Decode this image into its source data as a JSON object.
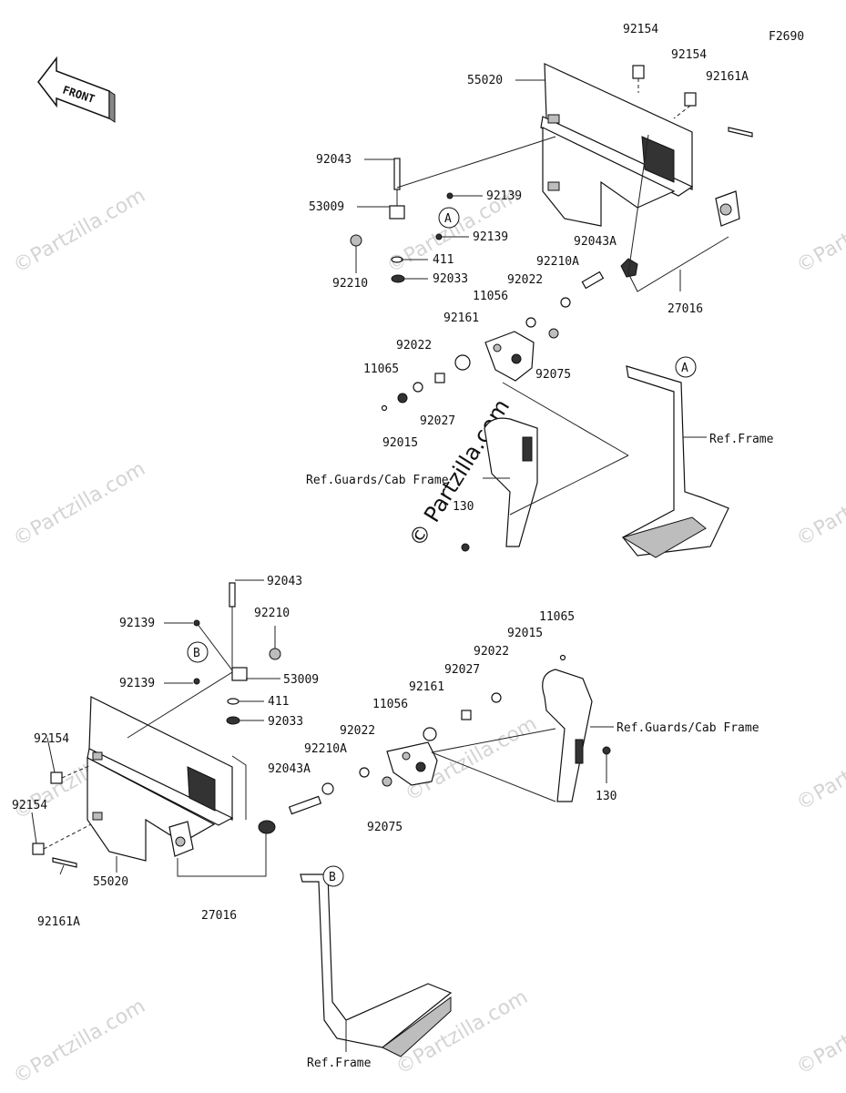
{
  "figure_id": "F2690",
  "front_label": "FRONT",
  "watermark_text": "©Partzilla.com",
  "watermark_big": "© Partzilla.com",
  "callout_letters": {
    "a": "A",
    "b": "B"
  },
  "top_labels": {
    "p92154a": "92154",
    "p92154b": "92154",
    "p92161A": "92161A",
    "p55020": "55020",
    "p92043": "92043",
    "p53009": "53009",
    "p92139a": "92139",
    "p92139b": "92139",
    "p92210": "92210",
    "p411": "411",
    "p92033": "92033",
    "p92043A": "92043A",
    "p92210A": "92210A",
    "p92022a": "92022",
    "p11056": "11056",
    "p92161": "92161",
    "p92022b": "92022",
    "p11065": "11065",
    "p92027": "92027",
    "p92015": "92015",
    "p92075": "92075",
    "p27016": "27016",
    "refframe": "Ref.Frame",
    "refguards": "Ref.Guards/Cab Frame",
    "p130": "130"
  },
  "bottom_labels": {
    "p92043": "92043",
    "p92139a": "92139",
    "p92210": "92210",
    "p53009": "53009",
    "p92139b": "92139",
    "p411": "411",
    "p92033": "92033",
    "p92154a": "92154",
    "p92154b": "92154",
    "p55020": "55020",
    "p92161A": "92161A",
    "p27016": "27016",
    "p92210A": "92210A",
    "p92043A": "92043A",
    "p92022a": "92022",
    "p11056": "11056",
    "p92161": "92161",
    "p92027": "92027",
    "p92022b": "92022",
    "p92015": "92015",
    "p11065": "11065",
    "p92075": "92075",
    "refguards": "Ref.Guards/Cab Frame",
    "p130": "130",
    "refframe": "Ref.Frame"
  }
}
